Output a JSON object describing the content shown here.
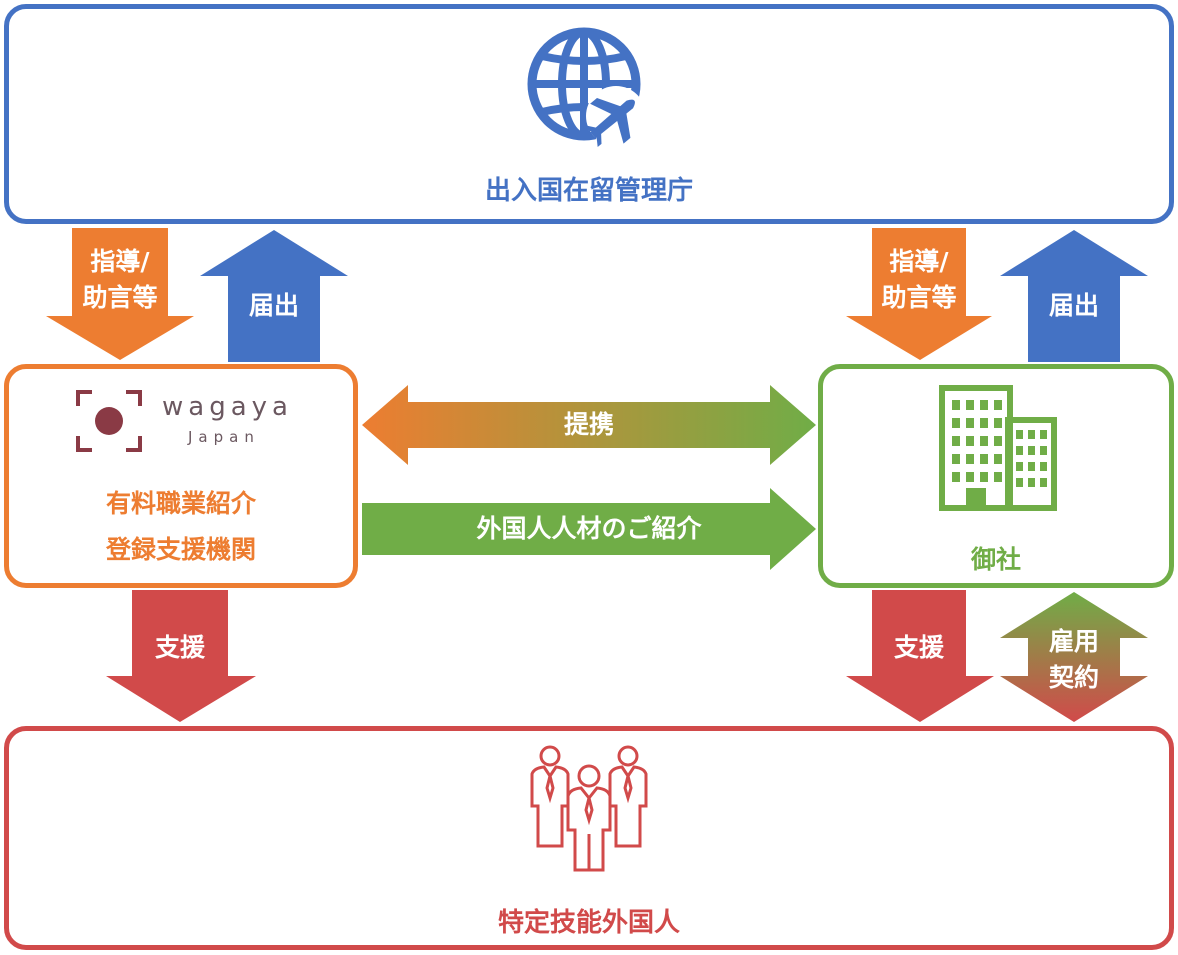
{
  "colors": {
    "blue": "#4472c4",
    "orange": "#ed7d31",
    "green": "#70ad47",
    "red": "#d14a4a",
    "logo_maroon": "#8a3a45"
  },
  "immigration": {
    "label": "出入国在留管理庁",
    "icon": "globe-airplane-icon"
  },
  "agency": {
    "logo_word": "wagaya",
    "logo_sub": "Japan",
    "line1": "有料職業紹介",
    "line2": "登録支援機関"
  },
  "company": {
    "label": "御社",
    "icon": "office-building-icon"
  },
  "workers": {
    "label": "特定技能外国人",
    "icon": "business-people-icon"
  },
  "arrows": {
    "guidance_left": [
      "指導/",
      "助言等"
    ],
    "report_left": "届出",
    "guidance_right": [
      "指導/",
      "助言等"
    ],
    "report_right": "届出",
    "partnership": "提携",
    "introduction": "外国人人材のご紹介",
    "support_left": "支援",
    "support_right": "支援",
    "employment": [
      "雇用",
      "契約"
    ]
  }
}
